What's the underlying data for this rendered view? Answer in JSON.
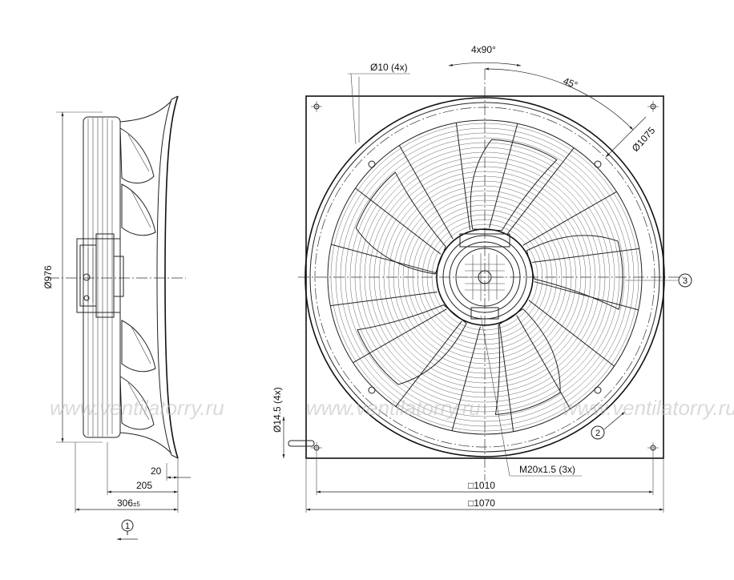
{
  "labels": {
    "top_angle": "4x90°",
    "angle_45": "45°",
    "hole_dia": "Ø10 (4x)",
    "dia_1075": "Ø1075",
    "dia_976": "Ø976",
    "slot": "Ø14.5 (4x)",
    "thread": "M20x1.5 (3x)",
    "square_1010": "□1010",
    "square_1070": "□1070",
    "dim_20": "20",
    "dim_205": "205",
    "dim_306": "306",
    "tol_306": "±5",
    "callout_1": "1",
    "callout_2": "2",
    "callout_3": "3"
  },
  "watermark": "www.ventilatorry.ru",
  "colors": {
    "line": "#222222",
    "watermark": "#bdbdbd"
  }
}
